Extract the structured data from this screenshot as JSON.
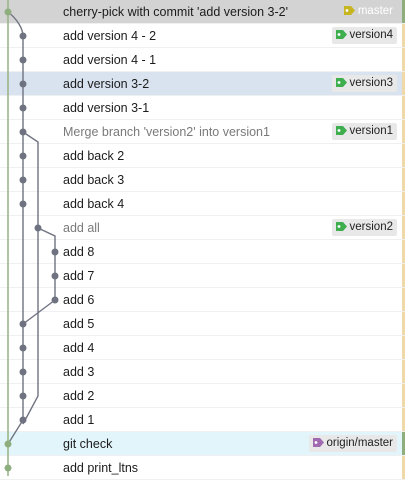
{
  "commits": [
    {
      "message": "cherry-pick with commit 'add version 3-2'",
      "ref": "master",
      "ref_kind": "head"
    },
    {
      "message": "add version 4 - 2",
      "ref": "version4",
      "ref_kind": "tag"
    },
    {
      "message": "add version 4 - 1",
      "ref": null
    },
    {
      "message": "add version 3-2",
      "ref": "version3",
      "ref_kind": "tag"
    },
    {
      "message": "add version 3-1",
      "ref": null
    },
    {
      "message": "Merge branch 'version2' into version1",
      "ref": "version1",
      "ref_kind": "tag"
    },
    {
      "message": "add back 2",
      "ref": null
    },
    {
      "message": "add back 3",
      "ref": null
    },
    {
      "message": "add back 4",
      "ref": null
    },
    {
      "message": "add all",
      "ref": "version2",
      "ref_kind": "tag"
    },
    {
      "message": "add 8",
      "ref": null
    },
    {
      "message": "add 7",
      "ref": null
    },
    {
      "message": "add 6",
      "ref": null
    },
    {
      "message": "add 5",
      "ref": null
    },
    {
      "message": "add 4",
      "ref": null
    },
    {
      "message": "add 3",
      "ref": null
    },
    {
      "message": "add 2",
      "ref": null
    },
    {
      "message": "add 1",
      "ref": null
    },
    {
      "message": "git check",
      "ref": "origin/master",
      "ref_kind": "remote"
    },
    {
      "message": "add print_ltns",
      "ref": null
    }
  ],
  "colors": {
    "lane_master": "#9bb58a",
    "lane_dev": "#6f7381",
    "node": "#6f7381",
    "node_master": "#8fae7e",
    "tag_green": "#3fae4f",
    "head_yellow": "#c7b51f",
    "remote_purple": "#a06ab0"
  }
}
